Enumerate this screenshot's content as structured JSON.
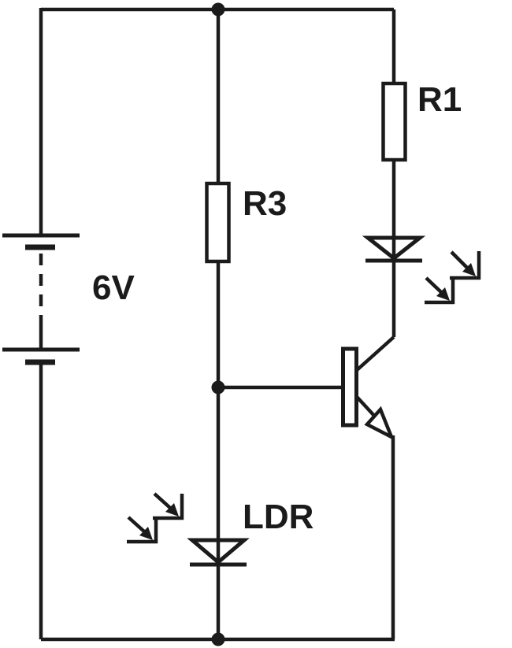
{
  "diagram": {
    "kind": "circuit-schematic",
    "colors": {
      "background": "#ffffff",
      "line": "#1b1b1b",
      "text": "#1b1b1b"
    },
    "labels": {
      "battery_voltage": "6V",
      "resistor_r3": "R3",
      "resistor_r1": "R1",
      "ldr": "LDR"
    },
    "components": [
      {
        "id": "battery",
        "kind": "multi-cell-battery",
        "label": "6V"
      },
      {
        "id": "r1",
        "kind": "resistor-box-symbol",
        "label": "R1"
      },
      {
        "id": "r3",
        "kind": "resistor-box-symbol",
        "label": "R3"
      },
      {
        "id": "led",
        "kind": "diode-with-light-arrows",
        "label": ""
      },
      {
        "id": "ldr",
        "kind": "photodiode-with-light-arrows",
        "label": "LDR"
      },
      {
        "id": "q1",
        "kind": "npn-transistor",
        "label": ""
      }
    ],
    "connections": [
      "battery positive feeds top rail; top rail feeds R3 and R1",
      "R3 bottom joins transistor base and LDR anode at middle junction",
      "R1 bottom feeds LED anode; LED cathode feeds transistor collector",
      "LDR cathode and transistor emitter return to bottom rail / battery negative"
    ]
  }
}
